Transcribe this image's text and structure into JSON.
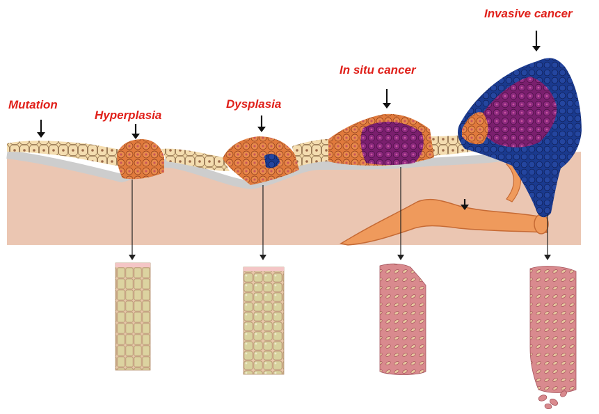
{
  "colors": {
    "label": "#e0201a",
    "stroma": "#ebc6b2",
    "membrane": "#cdcdcd",
    "normal_cell": "#f2d9a6",
    "hyperplasia_cell": "#e07a3c",
    "dysplasia_cell": "#d9863f",
    "cancer_purple": "#7a1f6e",
    "invasive_blue": "#1a3a8f",
    "vessel": "#ef9a5c",
    "column_normal": "#dcd3a0",
    "column_cancer": "#d98a8e"
  },
  "stages": [
    {
      "id": "mutation",
      "label": "Mutation"
    },
    {
      "id": "hyperplasia",
      "label": "Hyperplasia"
    },
    {
      "id": "dysplasia",
      "label": "Dysplasia"
    },
    {
      "id": "in-situ",
      "label": "In situ cancer"
    },
    {
      "id": "invasive",
      "label": "Invasive cancer"
    }
  ],
  "icons": {
    "stage_marker": "arrow-down-icon",
    "vessel_marker": "arrow-down-icon"
  }
}
